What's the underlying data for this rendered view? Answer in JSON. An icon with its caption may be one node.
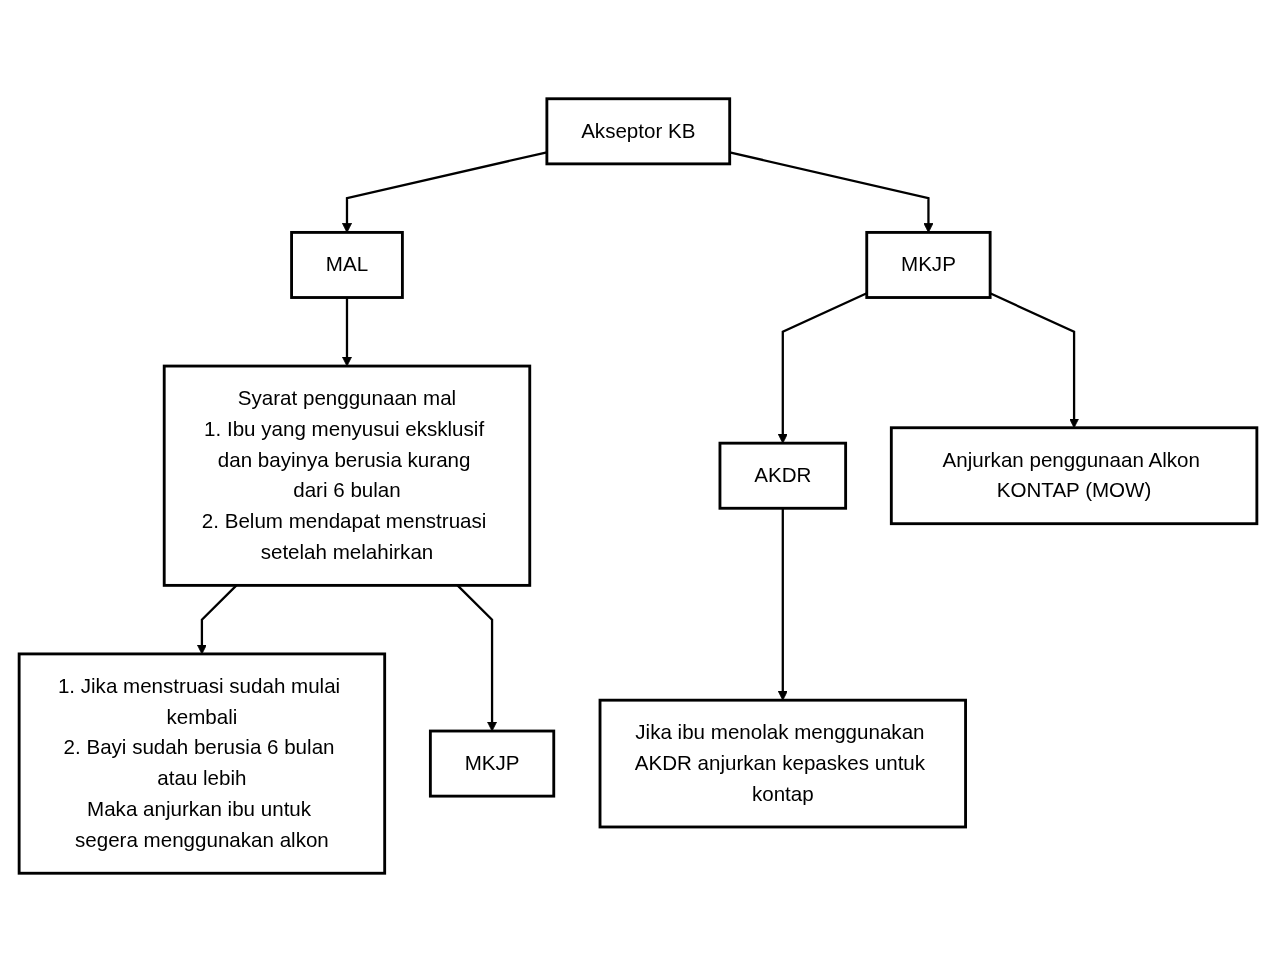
{
  "diagram": {
    "nodes": [
      {
        "text": [
          "Akseptor KB"
        ]
      },
      {
        "text": [
          "MAL"
        ]
      },
      {
        "text": [
          "MKJP"
        ]
      },
      {
        "text": [
          "Syarat penggunaan mal",
          "1. Ibu yang menyusui eksklusif dan bayinya berusia kurang dari 6 bulan",
          "2. Belum mendapat menstruasi setelah melahirkan"
        ]
      },
      {
        "text": [
          "AKDR"
        ]
      },
      {
        "text": [
          "Anjurkan penggunaan Alkon KONTAP (MOW)"
        ]
      },
      {
        "text": [
          "Jika ibu menolak menggunakan AKDR anjurkan kepaskes untuk kontap"
        ]
      },
      {
        "text": [
          "1. Jika menstruasi sudah mulai kembali",
          "2. Bayi sudah berusia 6 bulan atau lebih",
          "Maka anjurkan ibu untuk segera menggunakan alkon"
        ]
      },
      {
        "text": [
          "MKJP"
        ]
      }
    ],
    "edges": [
      {
        "from": 0,
        "to": 1,
        "arrow": "to"
      },
      {
        "from": 0,
        "to": 2,
        "arrow": "to"
      },
      {
        "from": 1,
        "to": 3,
        "arrow": "to"
      },
      {
        "from": 2,
        "to": 4,
        "arrow": "to"
      },
      {
        "from": 2,
        "to": 5,
        "arrow": "to"
      },
      {
        "from": 4,
        "to": 6,
        "arrow": "to"
      },
      {
        "from": 3,
        "to": 7,
        "arrow": "to"
      },
      {
        "from": 3,
        "to": 8,
        "arrow": "to"
      }
    ]
  }
}
